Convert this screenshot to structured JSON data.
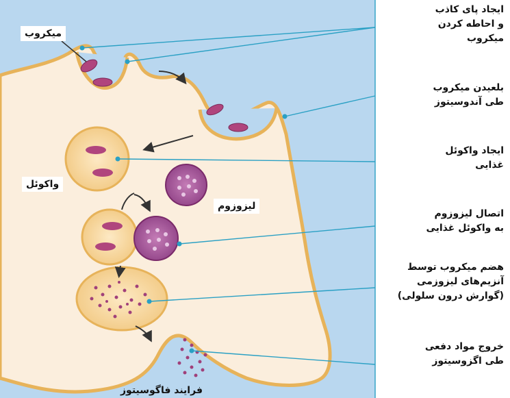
{
  "labels": {
    "microbe": "میکروب",
    "vacuole": "واکوئل",
    "lysosome": "لیزوزوم"
  },
  "steps": [
    "ایجاد پای کاذب\nو احاطه کردن\nمیکروب",
    "بلعیدن میکروب\nطی آندوسیتوز",
    "ایجاد واکوئل\nغذایی",
    "اتصال لیزوزوم\nبه واکوئل غذایی",
    "هضم میکروب توسط\nآنزیم‌های لیزوزمی\n(گوارش درون سلولی)",
    "خروج مواد دفعی\nطی اگزوسیتوز"
  ],
  "caption": "فرایند فاگوسیتوز",
  "colors": {
    "background": "#b9d7ef",
    "cell_fill": "#fbeedd",
    "membrane": "#e7b35a",
    "microbe": "#b0457d",
    "lysosome": "#9a4f8e",
    "leader_line": "#2aa0c4"
  }
}
